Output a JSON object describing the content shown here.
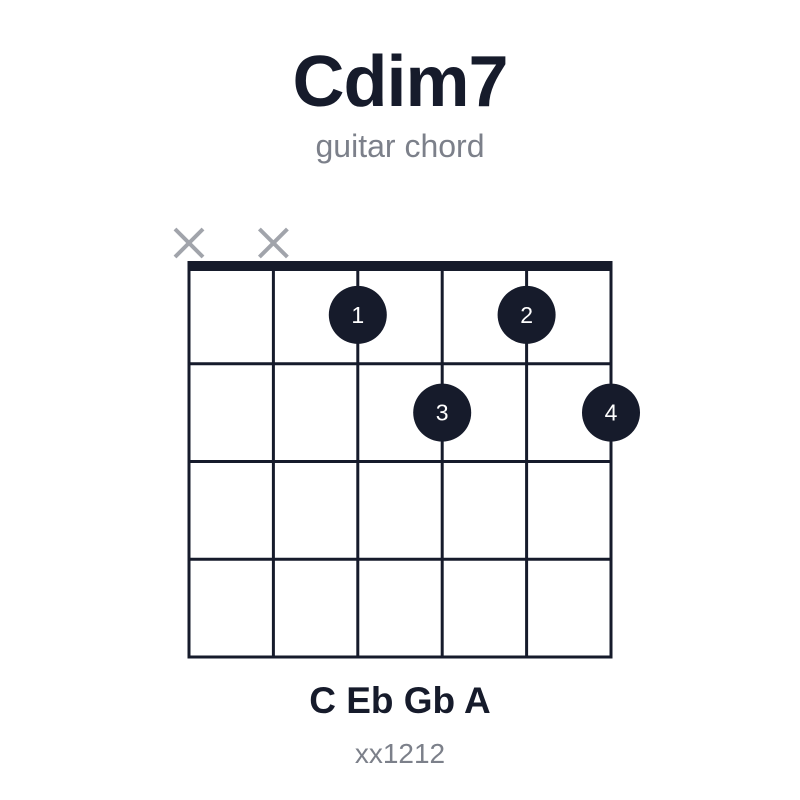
{
  "chord": {
    "name": "Cdim7",
    "subtitle": "guitar chord",
    "notes": "C Eb Gb A",
    "fingering": "xx1212"
  },
  "diagram": {
    "strings": 6,
    "frets_shown": 4,
    "nut": true,
    "muted_strings": [
      1,
      2
    ],
    "dots": [
      {
        "string": 3,
        "fret": 1,
        "finger": "1"
      },
      {
        "string": 5,
        "fret": 1,
        "finger": "2"
      },
      {
        "string": 4,
        "fret": 2,
        "finger": "3"
      },
      {
        "string": 6,
        "fret": 2,
        "finger": "4"
      }
    ]
  },
  "colors": {
    "ink": "#161b2b",
    "muted_mark": "#a1a4ab",
    "secondary_text": "#7c808a"
  }
}
